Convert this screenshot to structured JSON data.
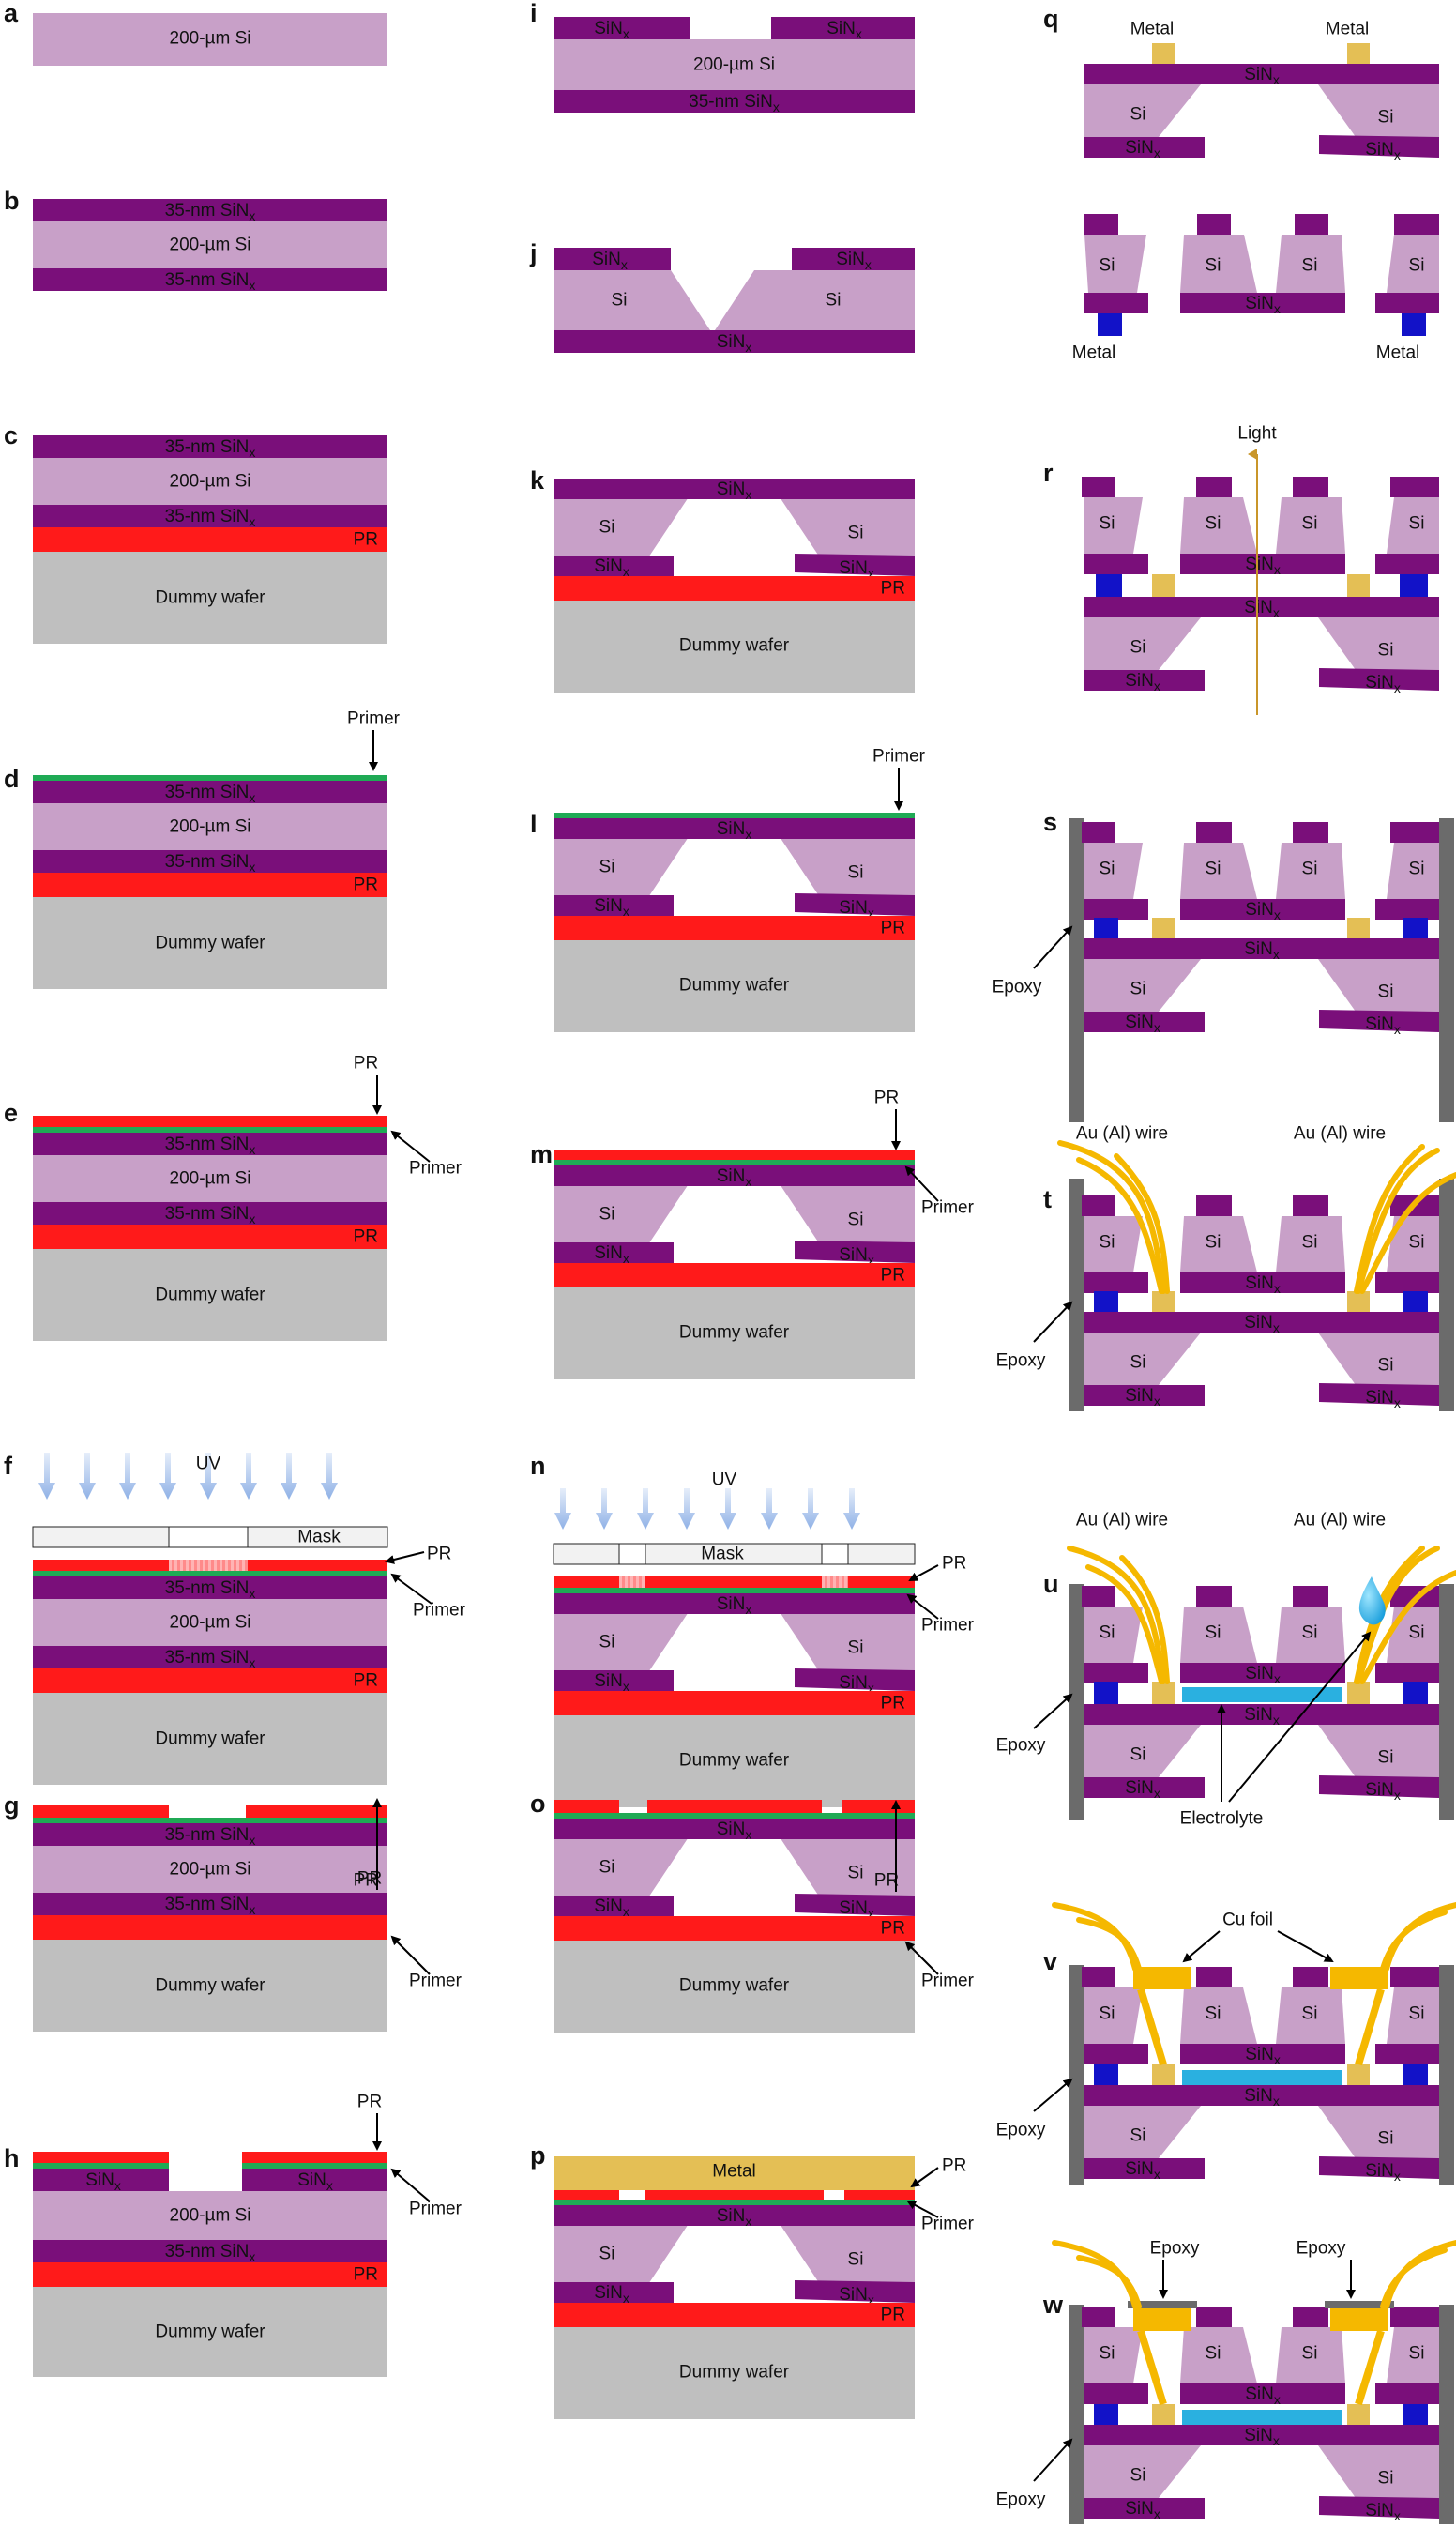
{
  "colors": {
    "si": "#c8a0c8",
    "sin": "#7a0f7a",
    "pr": "#ff1a1a",
    "dummy": "#bfbfbf",
    "primer": "#1faa55",
    "metal": "#e4bf55",
    "metal_blue": "#1212c8",
    "wire": "#f5b800",
    "epoxy": "#6b6b6b",
    "electrolyte": "#2ab0e0",
    "foil": "#f5b800",
    "uv": "#a9c4ec",
    "arrow": "#000000",
    "light": "#c9962a"
  },
  "materials": {
    "si_200": "200-µm Si",
    "sin_35": "35-nm SiNx",
    "pr": "PR",
    "dummy": "Dummy wafer",
    "si": "Si",
    "sin": "SiNx",
    "primer": "Primer",
    "mask": "Mask",
    "uv": "UV",
    "metal": "Metal",
    "light": "Light",
    "epoxy": "Epoxy",
    "wire": "Au (Al) wire",
    "electrolyte": "Electrolyte",
    "cu_foil": "Cu foil"
  },
  "panels": [
    {
      "id": "a",
      "title": "a",
      "layers": [
        "si_200"
      ]
    },
    {
      "id": "b",
      "title": "b",
      "layers": [
        "sin_35",
        "si_200",
        "sin_35"
      ]
    },
    {
      "id": "c",
      "title": "c",
      "layers": [
        "sin_35",
        "si_200",
        "sin_35",
        "pr",
        "dummy"
      ]
    },
    {
      "id": "d",
      "title": "d",
      "layers": [
        "primer",
        "sin_35",
        "si_200",
        "sin_35",
        "pr",
        "dummy"
      ],
      "annotations": [
        "primer"
      ]
    },
    {
      "id": "e",
      "title": "e",
      "layers": [
        "pr",
        "primer",
        "sin_35",
        "si_200",
        "sin_35",
        "pr",
        "dummy"
      ],
      "annotations": [
        "pr",
        "primer"
      ]
    },
    {
      "id": "f",
      "title": "f",
      "layers": [
        "uv",
        "mask",
        "pr",
        "primer",
        "sin_35",
        "si_200",
        "sin_35",
        "pr",
        "dummy"
      ],
      "annotations": [
        "uv",
        "mask",
        "pr",
        "primer"
      ]
    },
    {
      "id": "g",
      "title": "g",
      "layers": [
        "pr",
        "primer",
        "sin_35",
        "si_200",
        "sin_35",
        "pr",
        "dummy"
      ],
      "annotations": [
        "pr",
        "primer"
      ]
    },
    {
      "id": "h",
      "title": "h",
      "layers": [
        "pr",
        "primer",
        "sin",
        "si_200",
        "sin_35",
        "pr",
        "dummy"
      ],
      "annotations": [
        "pr",
        "primer"
      ]
    },
    {
      "id": "i",
      "title": "i",
      "layers": [
        "sin",
        "si_200",
        "sin_35"
      ]
    },
    {
      "id": "j",
      "title": "j",
      "layers": [
        "sin",
        "si",
        "sin"
      ]
    },
    {
      "id": "k",
      "title": "k",
      "layers": [
        "sin",
        "si",
        "sin",
        "pr",
        "dummy"
      ]
    },
    {
      "id": "l",
      "title": "l",
      "layers": [
        "primer",
        "sin",
        "si",
        "sin",
        "pr",
        "dummy"
      ],
      "annotations": [
        "primer"
      ]
    },
    {
      "id": "m",
      "title": "m",
      "layers": [
        "pr",
        "primer",
        "sin",
        "si",
        "sin",
        "pr",
        "dummy"
      ],
      "annotations": [
        "pr",
        "primer"
      ]
    },
    {
      "id": "n",
      "title": "n",
      "layers": [
        "uv",
        "mask",
        "pr",
        "primer",
        "sin",
        "si",
        "sin",
        "pr",
        "dummy"
      ],
      "annotations": [
        "uv",
        "mask",
        "pr",
        "primer"
      ]
    },
    {
      "id": "o",
      "title": "o",
      "layers": [
        "pr",
        "primer",
        "sin",
        "si",
        "sin",
        "pr",
        "dummy"
      ],
      "annotations": [
        "pr",
        "primer"
      ]
    },
    {
      "id": "p",
      "title": "p",
      "layers": [
        "metal",
        "pr",
        "primer",
        "sin",
        "si",
        "sin",
        "pr",
        "dummy"
      ],
      "annotations": [
        "metal",
        "pr",
        "primer"
      ]
    },
    {
      "id": "q",
      "title": "q",
      "layers": [
        "metal",
        "sin",
        "si",
        "sin"
      ],
      "annotations": [
        "metal"
      ]
    },
    {
      "id": "r",
      "title": "r",
      "layers": [
        "light",
        "sin",
        "si",
        "sin"
      ],
      "annotations": [
        "light"
      ]
    },
    {
      "id": "s",
      "title": "s",
      "layers": [
        "epoxy",
        "sin",
        "si"
      ],
      "annotations": [
        "epoxy"
      ]
    },
    {
      "id": "t",
      "title": "t",
      "layers": [
        "wire",
        "epoxy",
        "sin",
        "si"
      ],
      "annotations": [
        "wire",
        "epoxy"
      ]
    },
    {
      "id": "u",
      "title": "u",
      "layers": [
        "wire",
        "electrolyte",
        "epoxy",
        "sin",
        "si"
      ],
      "annotations": [
        "wire",
        "electrolyte",
        "epoxy"
      ]
    },
    {
      "id": "v",
      "title": "v",
      "layers": [
        "cu_foil",
        "epoxy",
        "sin",
        "si"
      ],
      "annotations": [
        "cu_foil",
        "epoxy"
      ]
    },
    {
      "id": "w",
      "title": "w",
      "layers": [
        "epoxy",
        "sin",
        "si"
      ],
      "annotations": [
        "epoxy"
      ]
    }
  ]
}
